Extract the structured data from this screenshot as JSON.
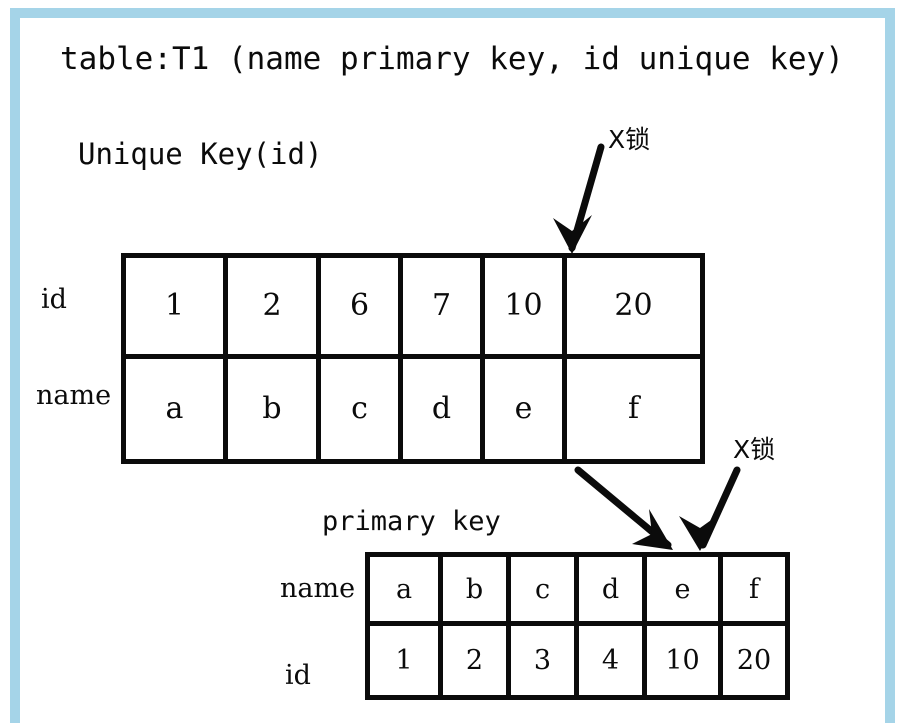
{
  "page": {
    "frame_color": "#a5d4e8",
    "background": "#ffffff",
    "ink_color": "#0b0b0b"
  },
  "title": "table:T1 (name primary key, id unique key)",
  "sections": {
    "unique_key_heading": "Unique Key(id)",
    "primary_key_heading": "primary key"
  },
  "annotations": {
    "lock_top": "X锁",
    "lock_bottom": "X锁"
  },
  "secondary_index": {
    "name": "Unique Key(id)",
    "row_labels": {
      "id": "id",
      "name": "name"
    },
    "rows": [
      {
        "label": "id",
        "cells": [
          "1",
          "2",
          "6",
          "7",
          "10",
          "20"
        ]
      },
      {
        "label": "name",
        "cells": [
          "a",
          "b",
          "c",
          "d",
          "e",
          "f"
        ]
      }
    ]
  },
  "clustered_index": {
    "name": "primary key",
    "row_labels": {
      "name": "name",
      "id": "id"
    },
    "rows": [
      {
        "label": "name",
        "cells": [
          "a",
          "b",
          "c",
          "d",
          "e",
          "f"
        ]
      },
      {
        "label": "id",
        "cells": [
          "1",
          "2",
          "3",
          "4",
          "10",
          "20"
        ]
      }
    ]
  }
}
